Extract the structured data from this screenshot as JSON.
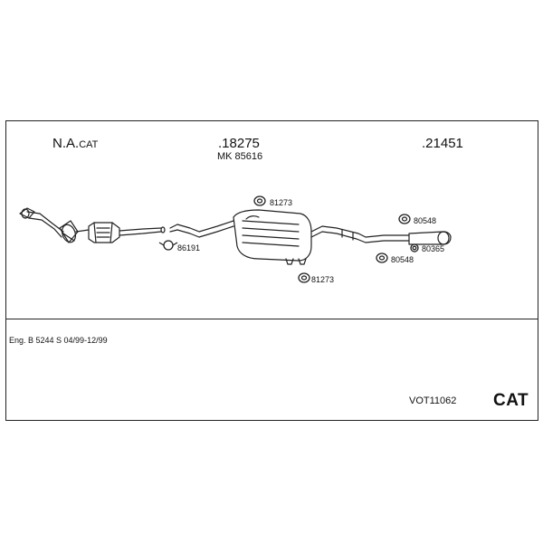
{
  "sections": {
    "cat_name_bold": "N.A.",
    "cat_name_rest": "CAT",
    "middle_part": ".18275",
    "mounting_kit": "MK  85616",
    "rear_part": ".21451"
  },
  "parts": {
    "hanger_top": "81273",
    "hanger_bottom": "81273",
    "clamp_left": "86191",
    "hanger_rear_top": "80548",
    "hanger_rear_bottom": "80548",
    "gasket_rear": "80365"
  },
  "footer": {
    "engine": "Eng. B 5244 S   04/99-12/99",
    "code": "VOT11062",
    "type": "CAT"
  }
}
